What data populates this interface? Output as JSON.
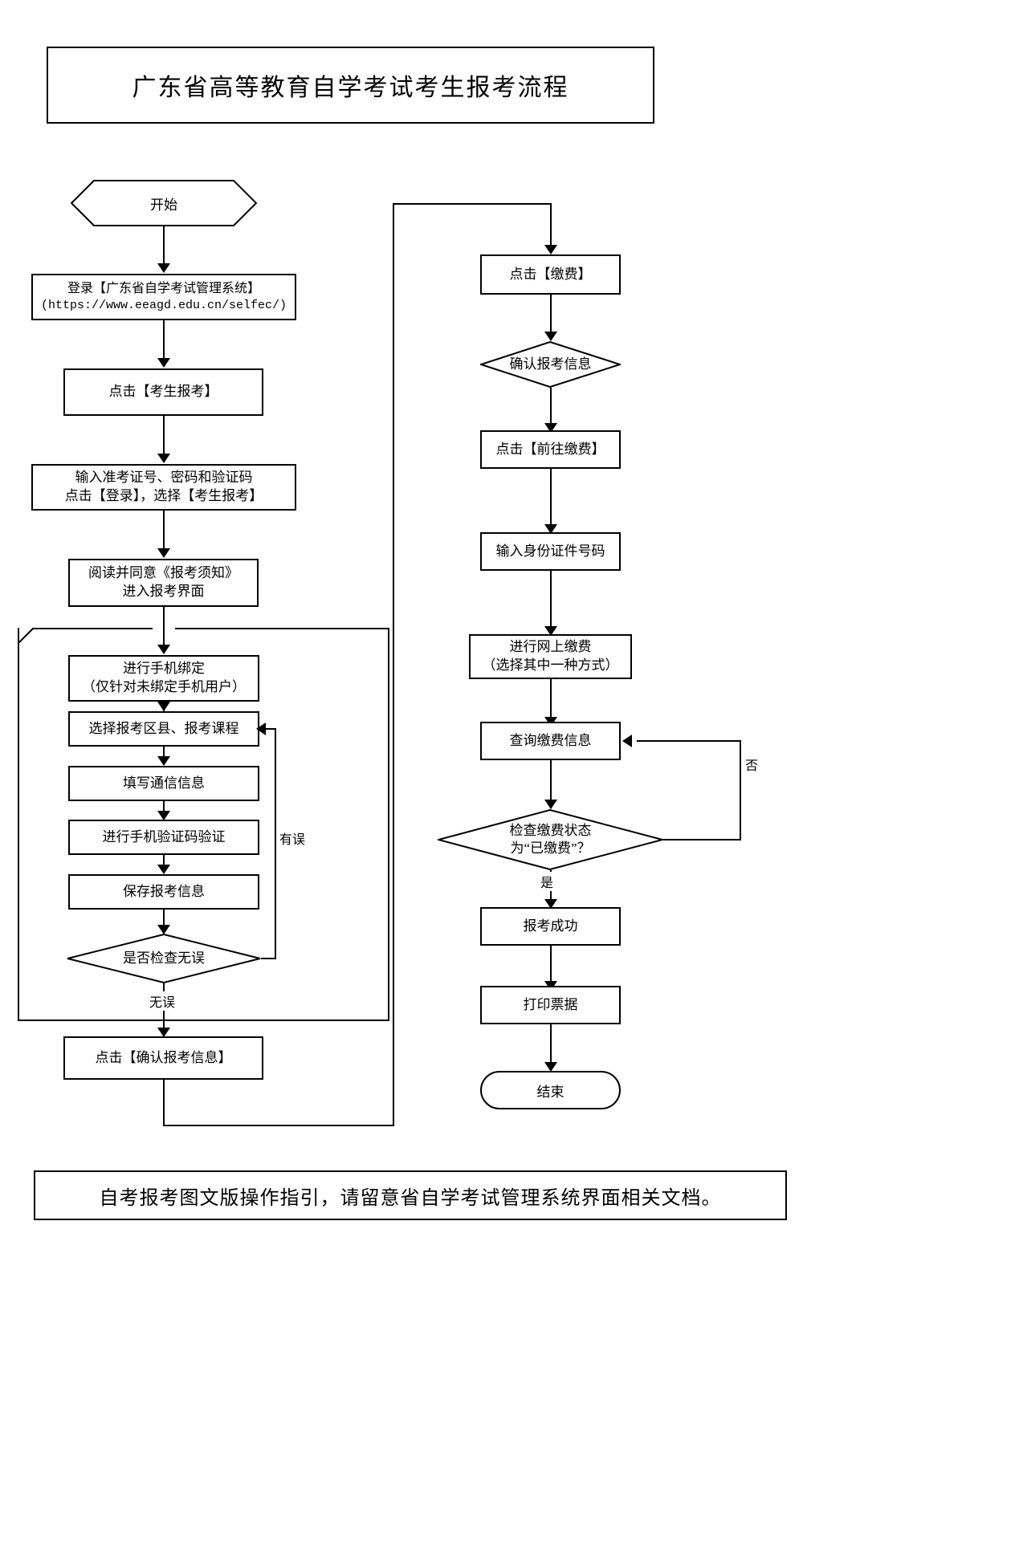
{
  "title": "广东省高等教育自学考试考生报考流程",
  "footer": "自考报考图文版操作指引，请留意省自学考试管理系统界面相关文档。",
  "left_column": {
    "start": "开始",
    "login": {
      "line1": "登录【广东省自学考试管理系统】",
      "line2": "(https://www.eeagd.edu.cn/selfec/)"
    },
    "click_apply": "点击【考生报考】",
    "enter_credentials": "输入准考证号、密码和验证码\n点击【登录】，选择【考生报考】",
    "read_notice": "阅读并同意《报考须知》\n进入报考界面",
    "bind_phone": "进行手机绑定\n（仅针对未绑定手机用户）",
    "select_courses": "选择报考区县、报考课程",
    "fill_contact": "填写通信信息",
    "verify_sms": "进行手机验证码验证",
    "save_info": "保存报考信息",
    "check_decision": "是否检查无误",
    "branch_error": "有误",
    "branch_ok": "无误",
    "confirm_info": "点击【确认报考信息】"
  },
  "right_column": {
    "click_pay": "点击【缴费】",
    "confirm_exam_info": "确认报考信息",
    "go_to_pay": "点击【前往缴费】",
    "enter_id": "输入身份证件号码",
    "online_pay": "进行网上缴费\n（选择其中一种方式）",
    "query_payment": "查询缴费信息",
    "payment_status_decision": "检查缴费状态\n为“已缴费”？",
    "branch_no": "否",
    "branch_yes": "是",
    "apply_success": "报考成功",
    "print_receipt": "打印票据",
    "end": "结束"
  },
  "colors": {
    "stroke": "#000000",
    "fill": "#ffffff"
  }
}
